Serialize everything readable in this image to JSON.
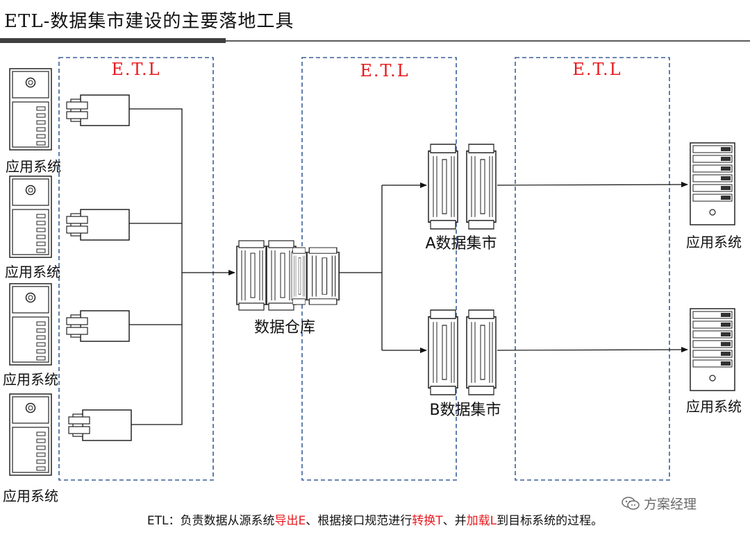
{
  "title": "ETL-数据集市建设的主要落地工具",
  "etl_label": "E.T.L",
  "etl_zones": [
    "E.T.L",
    "E.T.L",
    "E.T.L"
  ],
  "source_systems": [
    "应用系统",
    "应用系统",
    "应用系统",
    "应用系统"
  ],
  "warehouse_label": "数据仓库",
  "marts": [
    "A数据集市",
    "B数据集市"
  ],
  "target_systems": [
    "应用系统",
    "应用系统"
  ],
  "caption": {
    "prefix": "ETL：负责数据从源系统",
    "export": "导出E",
    "mid1": "、根据接口规范进行",
    "transform": "转换T",
    "mid2": "、并",
    "load": "加载L",
    "suffix": "到目标系统的过程。"
  },
  "watermark": "方案经理",
  "colors": {
    "accent": "#e8191e",
    "zone_border": "#3a5f9a"
  }
}
